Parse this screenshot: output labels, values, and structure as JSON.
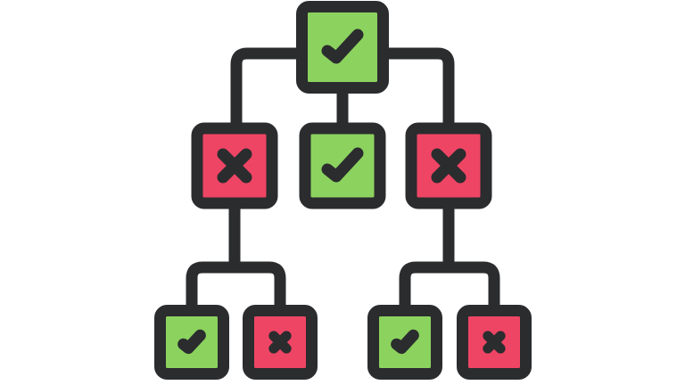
{
  "colors": {
    "outline": "#2b2c2e",
    "pass": "#8bd35e",
    "fail": "#ef4565",
    "background": "#ffffff"
  },
  "icons": {
    "pass": "checkmark-icon",
    "fail": "x-mark-icon"
  },
  "tree": {
    "root": {
      "status": "pass"
    },
    "level2": [
      {
        "status": "fail"
      },
      {
        "status": "pass"
      },
      {
        "status": "fail"
      }
    ],
    "level3": [
      {
        "status": "pass"
      },
      {
        "status": "fail"
      },
      {
        "status": "pass"
      },
      {
        "status": "fail"
      }
    ]
  }
}
